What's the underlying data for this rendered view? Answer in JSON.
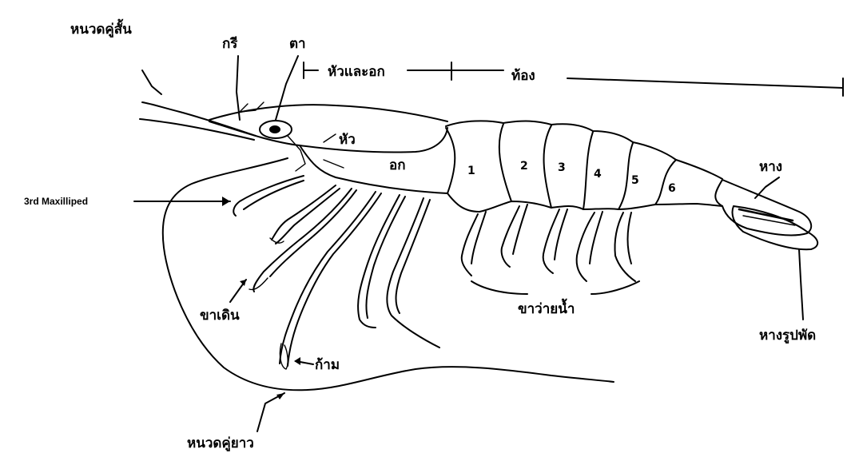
{
  "labels": {
    "short_antenna": "หนวดคู่สั้น",
    "rostrum": "กรี",
    "eye": "ตา",
    "cephalothorax_span": "หัวและอก",
    "abdomen_span": "ท้อง",
    "head": "หัว",
    "thorax": "อก",
    "maxilliped": "3rd Maxilliped",
    "walking_legs": "ขาเดิน",
    "claw": "ก้าม",
    "long_antenna": "หนวดคู่ยาว",
    "swimmerets": "ขาว่ายน้ำ",
    "tail": "หาง",
    "tail_fan": "หางรูปพัด"
  },
  "segments": [
    "1",
    "2",
    "3",
    "4",
    "5",
    "6"
  ],
  "colors": {
    "ink": "#000000",
    "background": "#ffffff"
  }
}
